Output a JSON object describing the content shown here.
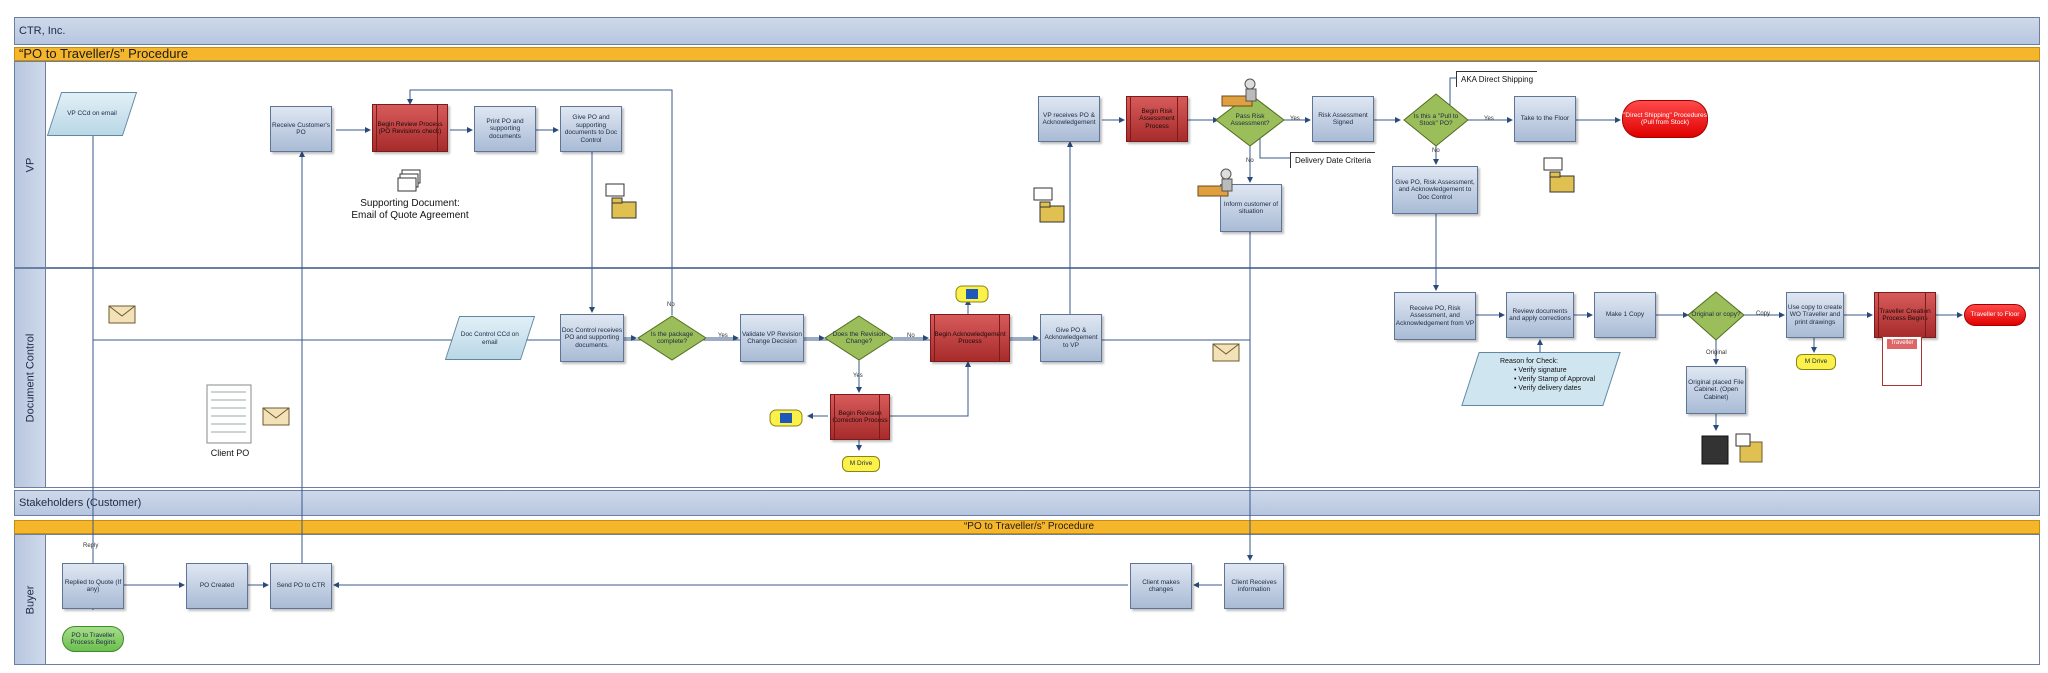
{
  "company": "CTR, Inc.",
  "title": "“PO to Traveller/s” Procedure",
  "lanes": {
    "vp": "VP",
    "doc_control": "Document Control",
    "stakeholders": "Stakeholders (Customer)",
    "buyer": "Buyer"
  },
  "stakeholder_title": "“PO to Traveller/s” Procedure",
  "shapes": {
    "vp_ccd_email": "VP CCd on email",
    "receive_po": "Receive Customer's PO",
    "begin_review": "Begin Review Process (PO Revisions check)",
    "print_po": "Print PO and supporting documents",
    "give_po_doc": "Give PO and supporting documents to Doc Control",
    "vp_receives": "VP receives PO & Acknowledgement",
    "begin_risk": "Begin Risk Assessment Process",
    "pass_risk": "Pass Risk Assessment?",
    "risk_signed": "Risk Assessment Signed",
    "pull_stock": "Is this a \"Pull to Stock\" PO?",
    "take_floor": "Take to the Floor",
    "direct_ship": "\"Direct Shipping\" Procedures (Pull from Stock)",
    "inform_customer": "Inform customer of situation",
    "give_po_risk": "Give PO, Risk Assessment, and Acknowledgement to Doc Control",
    "doc_ccd": "Doc Control CCd on email",
    "doc_receives": "Doc Control receives PO and supporting documents.",
    "pkg_complete": "Is the package complete?",
    "validate": "Validate VP Revision Change Decision",
    "rev_change": "Does the Revision Change?",
    "begin_ack": "Begin Acknowledgement Process",
    "give_ack_vp": "Give PO & Acknowledgement to VP",
    "begin_rev_corr": "Begin Revision Correction Process",
    "m_drive_1": "M Drive",
    "receive_risk": "Receive PO, Risk Assessment, and Acknowledgement from VP",
    "review_docs": "Review documents and apply corrections",
    "make_copy": "Make 1 Copy",
    "orig_copy": "Original or copy?",
    "use_copy": "Use copy to create WO Traveller and print drawings",
    "traveller_creation": "Traveller Creation Process Begins",
    "traveller_floor": "Traveller to Floor",
    "m_drive_2": "M Drive",
    "orig_file": "Original placed File Cabinet. (Open Cabinet)",
    "replied_quote": "Replied to Quote (If any)",
    "po_created": "PO Created",
    "send_po": "Send PO to CTR",
    "client_changes": "Client makes changes",
    "client_receives": "Client Receives information",
    "start": "PO to Traveller Process Begins",
    "traveller_doc": "Traveller"
  },
  "edge_labels": {
    "no1": "No",
    "yes1": "Yes",
    "no2": "No",
    "yes2": "Yes",
    "yes3": "Yes",
    "no3": "No",
    "yes4": "Yes",
    "no4": "No",
    "copy": "Copy",
    "original": "Original",
    "reply": "Reply"
  },
  "annotations": {
    "supporting_doc_title": "Supporting Document:",
    "supporting_doc_sub": "Email of Quote Agreement",
    "client_po": "Client PO",
    "aka_direct": "AKA Direct Shipping",
    "delivery_criteria": "Delivery Date Criteria",
    "reason_title": "Reason for Check:",
    "reason_items": [
      "Verify signature",
      "Verify Stamp of Approval",
      "Verify delivery dates"
    ]
  },
  "colors": {
    "header": "#b7c6df",
    "title_bar": "#f6b62c",
    "process": "#a9bbd5",
    "subprocess": "#a72b2b",
    "decision": "#8fb54a",
    "terminator_green": "#6bbf4d",
    "terminator_red": "#e00000",
    "data": "#b9d7e6",
    "drum": "#fbf14a"
  },
  "icons": [
    "stack-of-papers-icon",
    "folder-icon",
    "envelope-icon",
    "person-at-desk-icon",
    "computer-tower-icon",
    "document-form-icon",
    "database-drum-icon"
  ]
}
